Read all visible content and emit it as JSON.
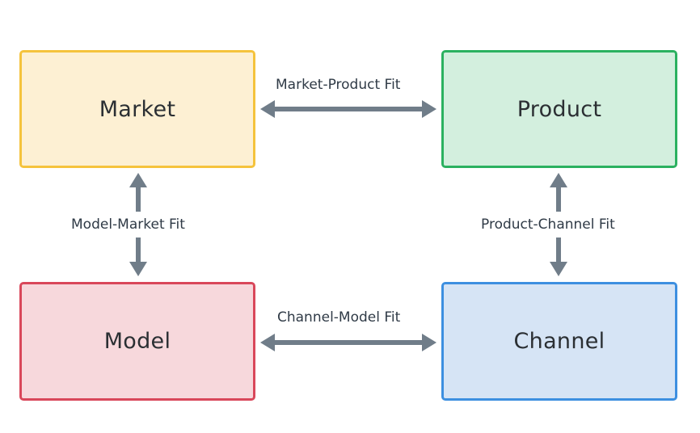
{
  "nodes": {
    "market": {
      "label": "Market",
      "fill": "#fdf0d3",
      "stroke": "#f5c33c"
    },
    "product": {
      "label": "Product",
      "fill": "#d3efde",
      "stroke": "#2bb160"
    },
    "model": {
      "label": "Model",
      "fill": "#f7d8dc",
      "stroke": "#d9475a"
    },
    "channel": {
      "label": "Channel",
      "fill": "#d6e4f5",
      "stroke": "#3d8fe0"
    }
  },
  "edges": {
    "market_product": {
      "label": "Market-Product Fit"
    },
    "channel_model": {
      "label": "Channel-Model Fit"
    },
    "model_market": {
      "label": "Model-Market Fit"
    },
    "product_channel": {
      "label": "Product-Channel Fit"
    }
  },
  "arrow_color": "#707d89"
}
